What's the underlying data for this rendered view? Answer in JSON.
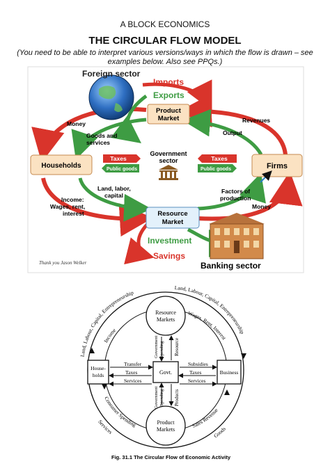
{
  "header": {
    "subject": "A BLOCK ECONOMICS",
    "title": "THE CIRCULAR FLOW MODEL",
    "note": "(You need to be able to interpret various versions/ways in which the flow is drawn – see examples below. Also see PPQs.)"
  },
  "diagram1": {
    "foreign_sector": "Foreign sector",
    "imports": "Imports",
    "exports": "Exports",
    "product_market": [
      "Product",
      "Market"
    ],
    "money_top": "Money",
    "revenues": "Revenues",
    "goods_services": [
      "Goods and",
      "services"
    ],
    "output": "Output",
    "households": "Households",
    "taxes_left": "Taxes",
    "public_goods_left": "Public goods",
    "government_sector": [
      "Government",
      "sector"
    ],
    "taxes_right": "Taxes",
    "public_goods_right": "Public goods",
    "firms": "Firms",
    "land_labor": [
      "Land, labor,",
      "capital"
    ],
    "income": [
      "Income:",
      "Wages, rent,",
      "interest"
    ],
    "factors": [
      "Factors of",
      "production"
    ],
    "money_bottom": "Money",
    "resource_market": [
      "Resource",
      "Market"
    ],
    "investment": "Investment",
    "savings": "Savings",
    "banking_sector": "Banking sector",
    "credit": "Thank you Jason Welker",
    "colors": {
      "red": "#d9342b",
      "green": "#3e9c43",
      "box_fill": "#fbe2c2",
      "accent_blue": "#2a7fc4"
    }
  },
  "diagram2": {
    "resource_markets": [
      "Resource",
      "Markets"
    ],
    "product_markets": [
      "Product",
      "Markets"
    ],
    "households": [
      "House-",
      "holds"
    ],
    "govt": "Govt.",
    "business": "Business",
    "arc_top_left": "Land, Labour, Capital, Entrepreneurship",
    "arc_top_right": "Land, Labour, Capital, Entrepreneurship",
    "income": "Income",
    "wages": "Wages, Rent, Interest",
    "govt_spending_top": [
      "Government",
      "Spending"
    ],
    "resource": "Resource",
    "transfer": "Transfer",
    "taxes_left": "Taxes",
    "services_left": "Services",
    "subsidies": "Subsidies",
    "taxes_right": "Taxes",
    "services_right": "Services",
    "consumer_spending": "Consumer Spending",
    "sales_revenue": "Sales Revenue",
    "govt_spending_bottom": [
      "Government",
      "Spending"
    ],
    "products": "Products",
    "services_arc": "Services",
    "goods_arc": "Goods",
    "caption": "Fig. 31.1   The Circular Flow of Economic Activity"
  }
}
